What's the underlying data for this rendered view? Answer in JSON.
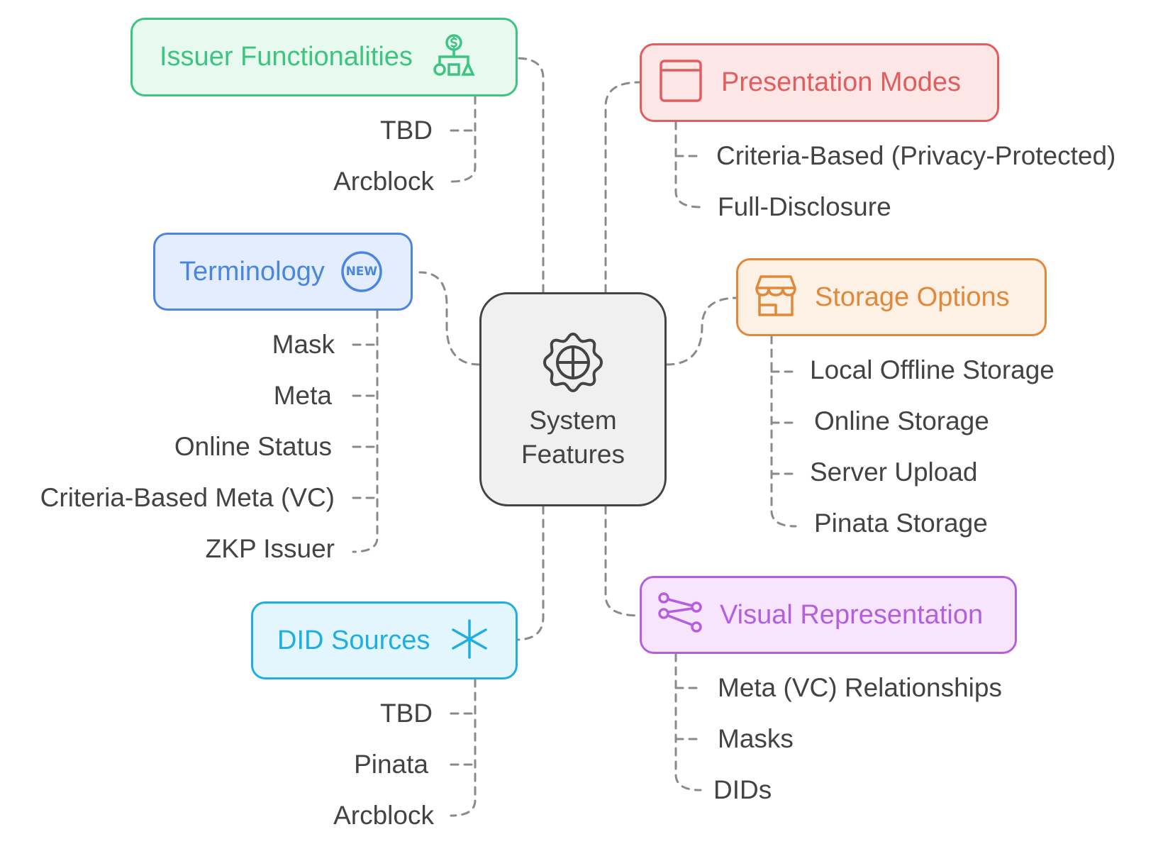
{
  "center": {
    "title_line1": "System",
    "title_line2": "Features",
    "icon": "gear-crosshair-icon",
    "color": "#444444",
    "fill": "#f0f0f0"
  },
  "branches": [
    {
      "id": "issuer",
      "title": "Issuer Functionalities",
      "icon": "hierarchy-dollar-icon",
      "color": "#3cc480",
      "fill": "#e8f9f0",
      "items": [
        "TBD",
        "Arcblock"
      ]
    },
    {
      "id": "presentation",
      "title": "Presentation Modes",
      "icon": "browser-window-icon",
      "color": "#e05e5e",
      "fill": "#fde6e6",
      "items": [
        "Criteria-Based (Privacy-Protected)",
        "Full-Disclosure"
      ]
    },
    {
      "id": "terminology",
      "title": "Terminology",
      "icon": "new-badge-icon",
      "badge_text": "NEW",
      "color": "#4a86e0",
      "fill": "#e3edfd",
      "items": [
        "Mask",
        "Meta",
        "Online Status",
        "Criteria-Based Meta (VC)",
        "ZKP Issuer"
      ]
    },
    {
      "id": "storage",
      "title": "Storage Options",
      "icon": "storefront-icon",
      "color": "#e0893a",
      "fill": "#fdf0e4",
      "items": [
        "Local Offline Storage",
        "Online Storage",
        "Server Upload",
        "Pinata Storage"
      ]
    },
    {
      "id": "did",
      "title": "DID Sources",
      "icon": "asterisk-icon",
      "color": "#1eaee0",
      "fill": "#e3f6fd",
      "items": [
        "TBD",
        "Pinata",
        "Arcblock"
      ]
    },
    {
      "id": "visual",
      "title": "Visual Representation",
      "icon": "share-nodes-icon",
      "color": "#b45ee0",
      "fill": "#f6e5fd",
      "items": [
        "Meta (VC) Relationships",
        "Masks",
        "DIDs"
      ]
    }
  ]
}
